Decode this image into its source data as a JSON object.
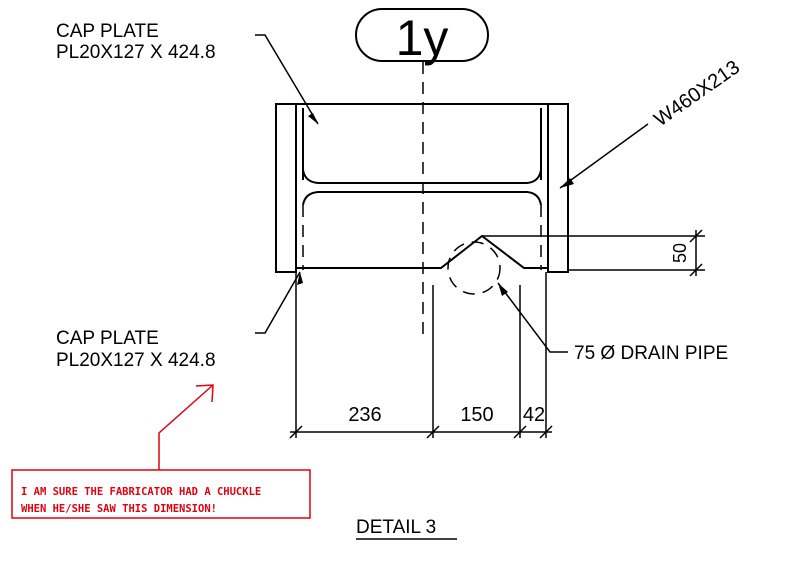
{
  "grid_bubble": "1y",
  "cap_plate_top": {
    "line1": "CAP PLATE",
    "line2": "PL20X127 X 424.8"
  },
  "cap_plate_bottom": {
    "line1": "CAP PLATE",
    "line2": "PL20X127 X 424.8"
  },
  "beam_label": "W460X213",
  "drain_label": "75 Ø DRAIN PIPE",
  "dim_vertical": "50",
  "dims": [
    "236",
    "150",
    "42"
  ],
  "detail_title": "DETAIL 3",
  "annotation": {
    "line1": "I AM SURE THE FABRICATOR HAD A CHUCKLE",
    "line2": "WHEN HE/SHE SAW THIS DIMENSION!",
    "color": "#e3000f"
  }
}
